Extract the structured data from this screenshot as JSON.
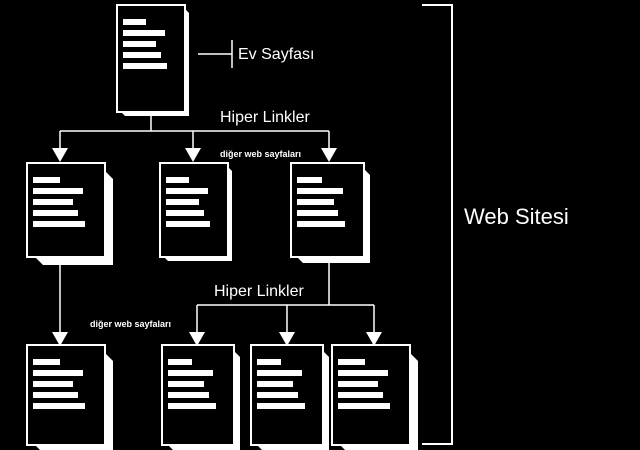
{
  "diagram": {
    "home_label": "Ev Sayfası",
    "hyperlinks_top": "Hiper Linkler",
    "other_pages_top": "diğer web sayfaları",
    "hyperlinks_bottom": "Hiper Linkler",
    "other_pages_bottom": "diğer web sayfaları",
    "site_label": "Web Sitesi"
  },
  "colors": {
    "background": "#000000",
    "ink": "#ffffff"
  }
}
